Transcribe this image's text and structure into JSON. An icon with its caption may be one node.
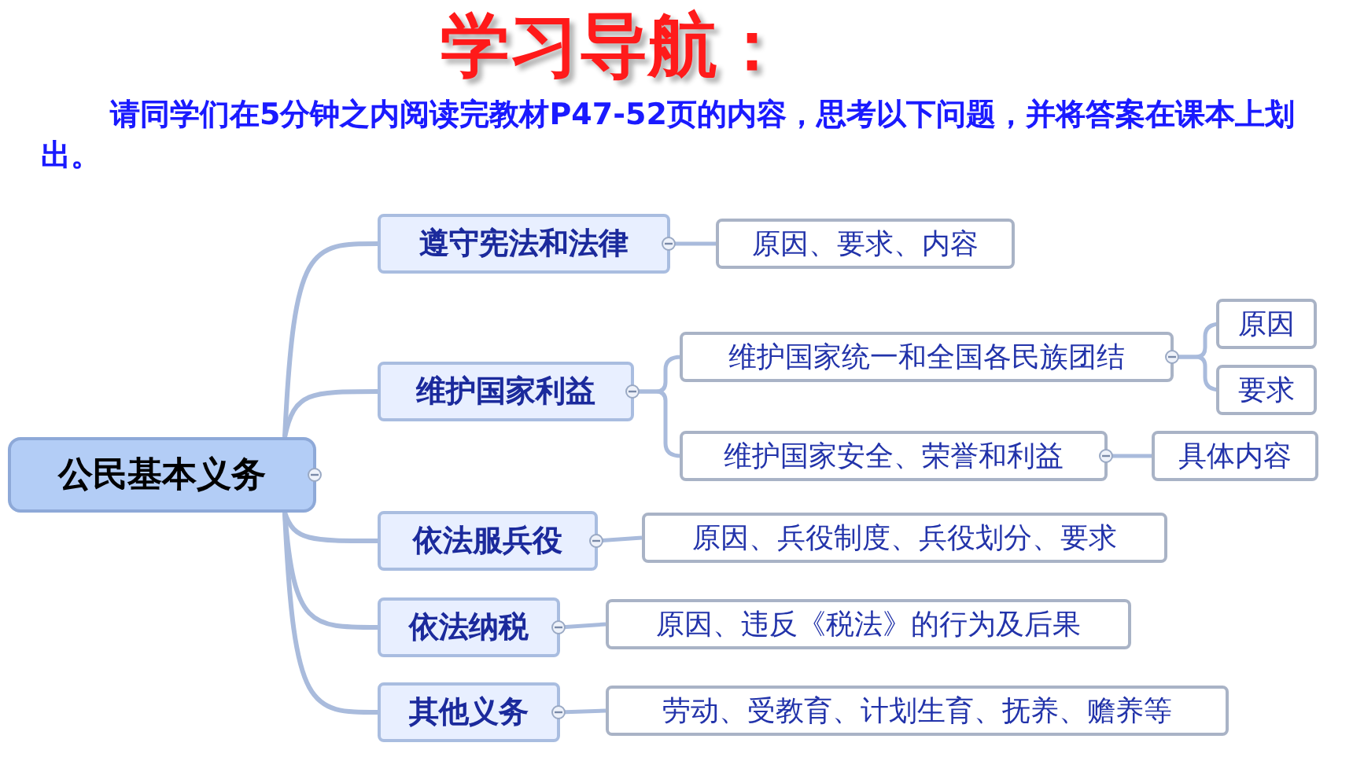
{
  "diagram": {
    "title": "学习导航：",
    "nodes": [
      {
        "text": [
          "公民基本义务"
        ]
      },
      {
        "text": [
          "遵守宪法和法律"
        ]
      },
      {
        "text": [
          "原因、要求、内容"
        ]
      },
      {
        "text": [
          "维护国家利益"
        ]
      },
      {
        "text": [
          "维护国家统一和全国各民族团结"
        ]
      },
      {
        "text": [
          "原因"
        ]
      },
      {
        "text": [
          "要求"
        ]
      },
      {
        "text": [
          "维护国家安全、荣誉和利益"
        ]
      },
      {
        "text": [
          "具体内容"
        ]
      },
      {
        "text": [
          "依法服兵役"
        ]
      },
      {
        "text": [
          "原因、兵役制度、兵役划分、要求"
        ]
      },
      {
        "text": [
          "依法纳税"
        ]
      },
      {
        "text": [
          "原因、违反《税法》的行为及后果"
        ]
      },
      {
        "text": [
          "其他义务"
        ]
      },
      {
        "text": [
          "劳动、受教育、计划生育、抚养、赡养等"
        ]
      }
    ],
    "edges": [
      {
        "from": 0,
        "to": 1,
        "arrow": "none"
      },
      {
        "from": 1,
        "to": 2,
        "arrow": "none"
      },
      {
        "from": 0,
        "to": 3,
        "arrow": "none"
      },
      {
        "from": 3,
        "to": 4,
        "arrow": "none"
      },
      {
        "from": 4,
        "to": 5,
        "arrow": "none"
      },
      {
        "from": 4,
        "to": 6,
        "arrow": "none"
      },
      {
        "from": 3,
        "to": 7,
        "arrow": "none"
      },
      {
        "from": 7,
        "to": 8,
        "arrow": "none"
      },
      {
        "from": 0,
        "to": 9,
        "arrow": "none"
      },
      {
        "from": 9,
        "to": 10,
        "arrow": "none"
      },
      {
        "from": 0,
        "to": 11,
        "arrow": "none"
      },
      {
        "from": 11,
        "to": 12,
        "arrow": "none"
      },
      {
        "from": 0,
        "to": 13,
        "arrow": "none"
      },
      {
        "from": 13,
        "to": 14,
        "arrow": "none"
      }
    ],
    "labels": [
      "请同学们在**5分钟**之内阅读完教材P47-52页的内容，思考以下问题，并将答案在课本上划出。"
    ]
  }
}
